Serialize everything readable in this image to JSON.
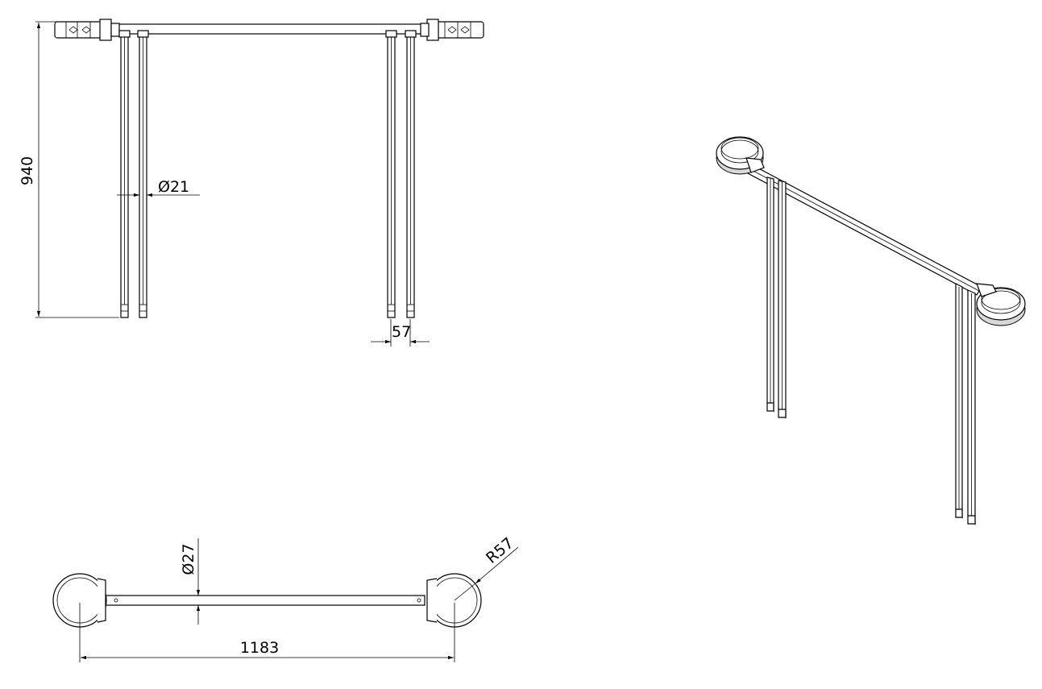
{
  "dimensions": {
    "height": "940",
    "tube_diameter": "Ø21",
    "spacing": "57",
    "rail_diameter": "Ø27",
    "ring_radius": "R57",
    "width": "1183"
  },
  "colors": {
    "line": "#000000",
    "background": "#ffffff",
    "shade": "#d8d8d8"
  }
}
